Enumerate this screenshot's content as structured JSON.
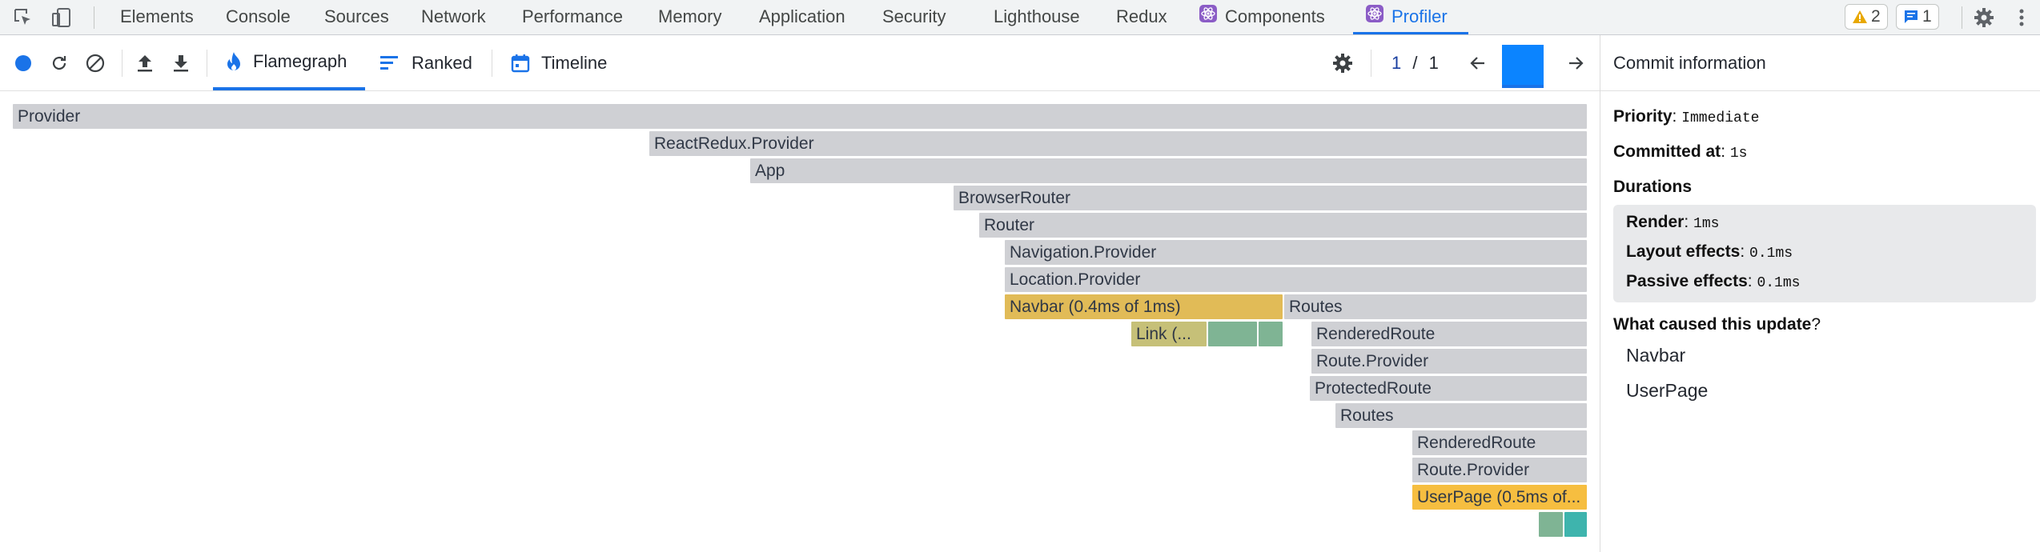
{
  "devtools": {
    "tabs": [
      "Elements",
      "Console",
      "Sources",
      "Network",
      "Performance",
      "Memory",
      "Application",
      "Security",
      "Lighthouse",
      "Redux",
      "Components",
      "Profiler"
    ],
    "active_tab": "Profiler",
    "warnings_count": "2",
    "messages_count": "1"
  },
  "toolbar": {
    "tabs": {
      "flamegraph": "Flamegraph",
      "ranked": "Ranked",
      "timeline": "Timeline"
    },
    "active_tab": "Flamegraph",
    "commit_current": "1",
    "commit_separator": "/",
    "commit_total": "1"
  },
  "flamegraph": {
    "nodes": [
      "Provider",
      "ReactRedux.Provider",
      "App",
      "BrowserRouter",
      "Router",
      "Navigation.Provider",
      "Location.Provider",
      "Navbar (0.4ms of 1ms)",
      "Routes",
      "Link (...",
      "RenderedRoute",
      "Route.Provider",
      "ProtectedRoute",
      "Routes",
      "RenderedRoute",
      "Route.Provider",
      "UserPage (0.5ms of..."
    ]
  },
  "commit_info": {
    "title": "Commit information",
    "priority_label": "Priority",
    "priority_value": "Immediate",
    "committed_label": "Committed at",
    "committed_value": "1s",
    "durations_label": "Durations",
    "render_label": "Render",
    "render_value": "1ms",
    "layout_label": "Layout effects",
    "layout_value": "0.1ms",
    "passive_label": "Passive effects",
    "passive_value": "0.1ms",
    "cause_label": "What caused this update",
    "cause_items": [
      "Navbar",
      "UserPage"
    ]
  },
  "colors": {
    "accent": "#1a73e8",
    "bar_unchanged": "#cfd0d4",
    "bar_slow": "#e1bb57",
    "bar_slowest": "#f6be40",
    "bar_fast": "#7fb494",
    "commit_bar": "#0b84ff"
  },
  "icons": [
    "inspect-element-icon",
    "device-toolbar-icon",
    "react-components-icon",
    "react-profiler-icon",
    "warning-icon",
    "message-icon",
    "settings-gear-icon",
    "record-icon",
    "reload-and-profile-icon",
    "clear-icon",
    "upload-icon",
    "download-icon",
    "flame-icon",
    "ranked-icon",
    "calendar-icon",
    "arrow-left-icon",
    "arrow-right-icon"
  ]
}
